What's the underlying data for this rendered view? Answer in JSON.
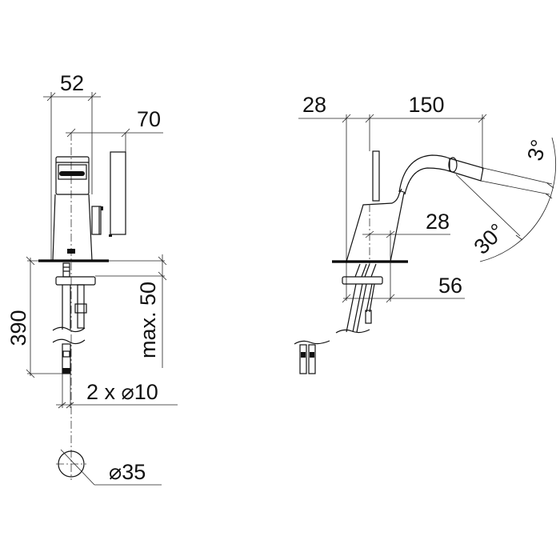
{
  "front_view": {
    "dim_width_top": "52",
    "dim_lever_reach": "70",
    "dim_hose_length": "390",
    "dim_max_thickness": "max. 50",
    "dim_hoses": "2 x ⌀10",
    "dim_hole": "⌀35"
  },
  "side_view": {
    "dim_base_offset": "28",
    "dim_spout_reach": "150",
    "dim_body_width": "28",
    "dim_base_depth": "56",
    "angle_tilt": "3°",
    "angle_swivel": "30°"
  }
}
